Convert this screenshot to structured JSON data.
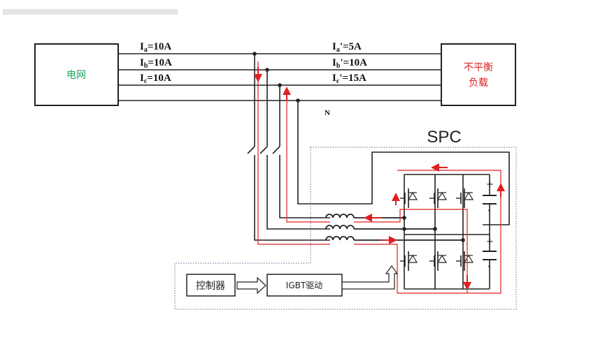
{
  "blocks": {
    "grid": "电网",
    "load_line1": "不平衡",
    "load_line2": "负载",
    "controller": "控制器",
    "igbt_driver": "IGBT驱动",
    "spc": "SPC"
  },
  "currents": {
    "ia_main": "I",
    "ia_sub": "a",
    "ia_val": "=10A",
    "ib_main": "I",
    "ib_sub": "b",
    "ib_val": "=10A",
    "ic_main": "I",
    "ic_sub": "c",
    "ic_val": "=10A",
    "ia2_main": "I",
    "ia2_sub": "a",
    "ia2_val": "'=5A",
    "ib2_main": "I",
    "ib2_sub": "b",
    "ib2_val": "'=10A",
    "ic2_main": "I",
    "ic2_sub": "c",
    "ic2_val": "'=15A"
  },
  "neutral_label": "N",
  "colors": {
    "grid_text": "#1aa55a",
    "load_text": "#e02020",
    "line": "#222222",
    "current_path": "#e02020",
    "dotted_border": "#7a86a8"
  }
}
